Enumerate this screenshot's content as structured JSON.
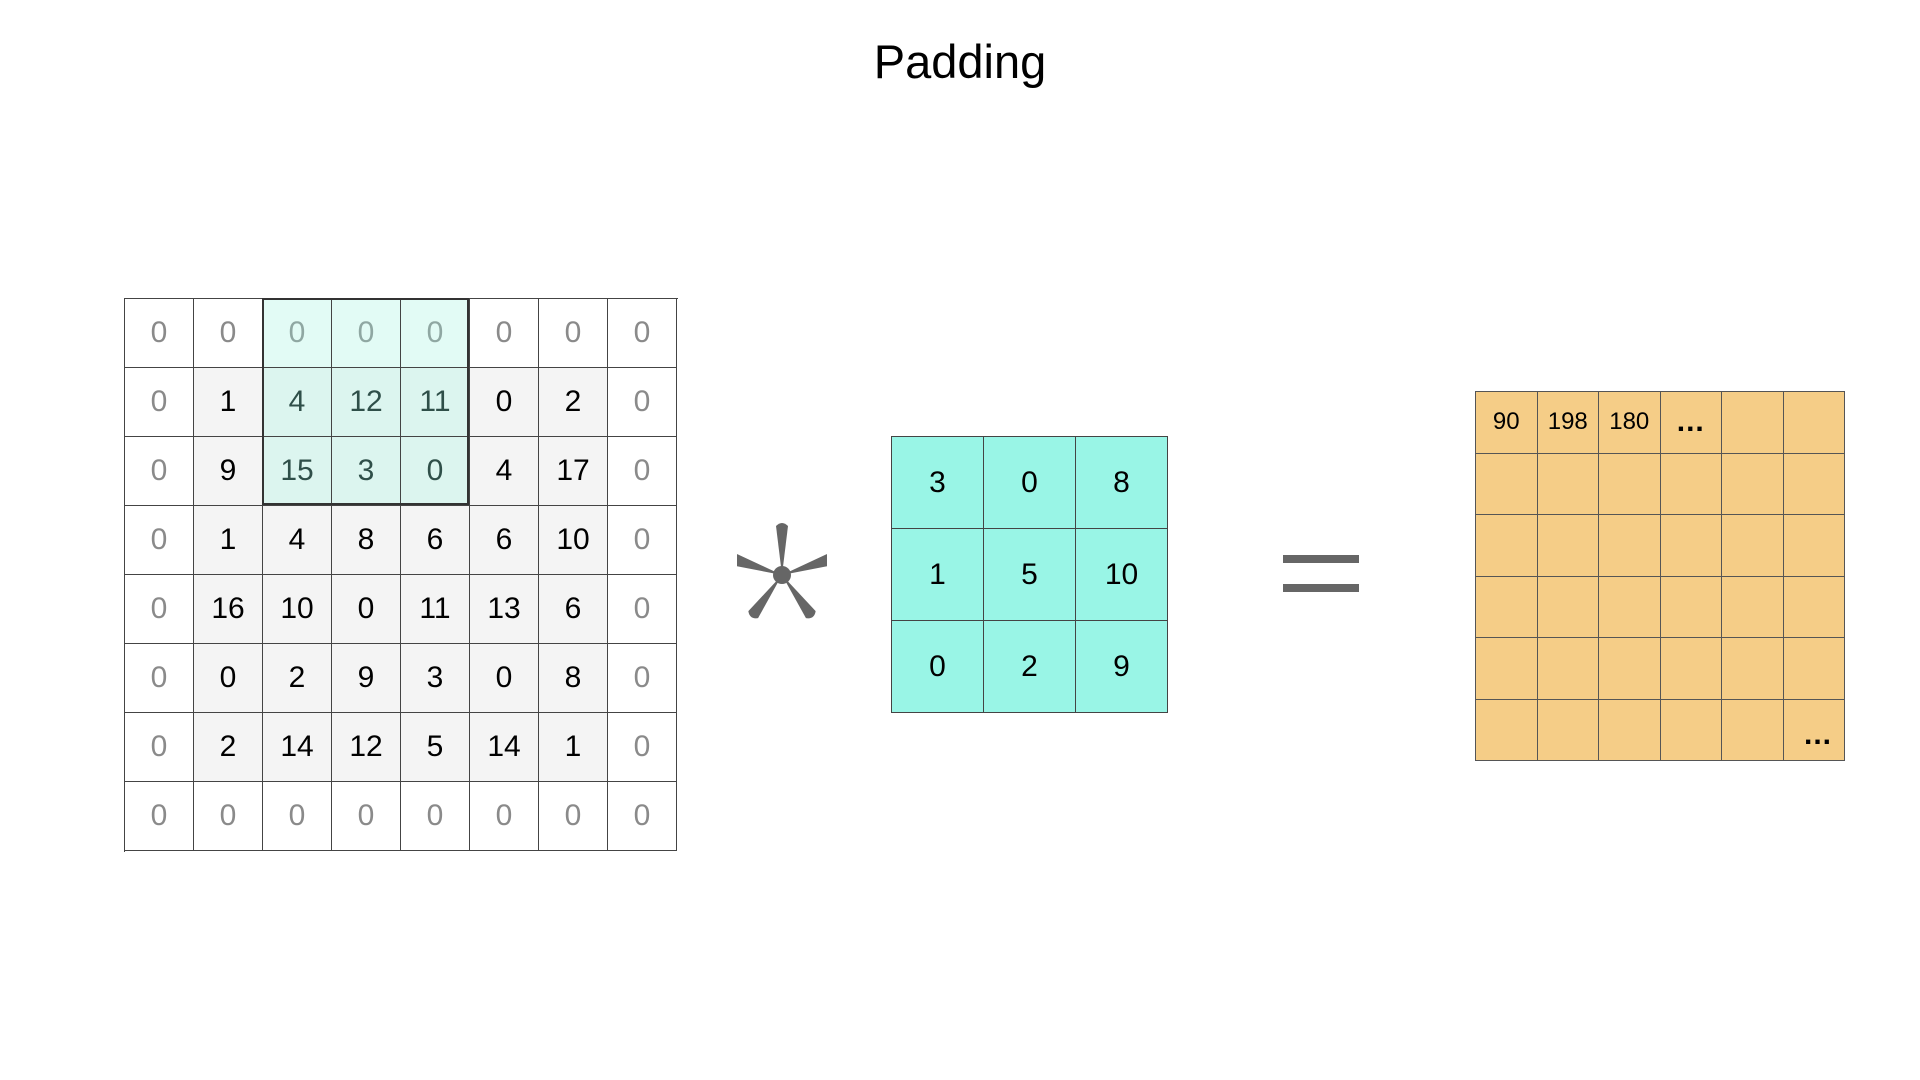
{
  "title": "Padding",
  "input_matrix": {
    "rows": [
      [
        "0",
        "0",
        "0",
        "0",
        "0",
        "0",
        "0",
        "0"
      ],
      [
        "0",
        "1",
        "4",
        "12",
        "11",
        "0",
        "2",
        "0"
      ],
      [
        "0",
        "9",
        "15",
        "3",
        "0",
        "4",
        "17",
        "0"
      ],
      [
        "0",
        "1",
        "4",
        "8",
        "6",
        "6",
        "10",
        "0"
      ],
      [
        "0",
        "16",
        "10",
        "0",
        "11",
        "13",
        "6",
        "0"
      ],
      [
        "0",
        "0",
        "2",
        "9",
        "3",
        "0",
        "8",
        "0"
      ],
      [
        "0",
        "2",
        "14",
        "12",
        "5",
        "14",
        "1",
        "0"
      ],
      [
        "0",
        "0",
        "0",
        "0",
        "0",
        "0",
        "0",
        "0"
      ]
    ],
    "padding": 1,
    "highlight_window": {
      "row_start": 0,
      "col_start": 2,
      "size": 3
    }
  },
  "operator_convolve": "*",
  "kernel_matrix": {
    "rows": [
      [
        "3",
        "0",
        "8"
      ],
      [
        "1",
        "5",
        "10"
      ],
      [
        "0",
        "2",
        "9"
      ]
    ]
  },
  "operator_equals": "=",
  "output_matrix": {
    "rows": [
      [
        "90",
        "198",
        "180",
        "...",
        "",
        ""
      ],
      [
        "",
        "",
        "",
        "",
        "",
        ""
      ],
      [
        "",
        "",
        "",
        "",
        "",
        ""
      ],
      [
        "",
        "",
        "",
        "",
        "",
        ""
      ],
      [
        "",
        "",
        "",
        "",
        "",
        ""
      ],
      [
        "",
        "",
        "",
        "",
        "",
        "..."
      ]
    ]
  },
  "colors": {
    "padding_text": "#8a8a8a",
    "input_fill": "#f4f4f4",
    "window_fill": "#dcf5ef",
    "kernel_fill": "#99f5e6",
    "output_fill": "#f5cd87",
    "operator": "#666666"
  }
}
